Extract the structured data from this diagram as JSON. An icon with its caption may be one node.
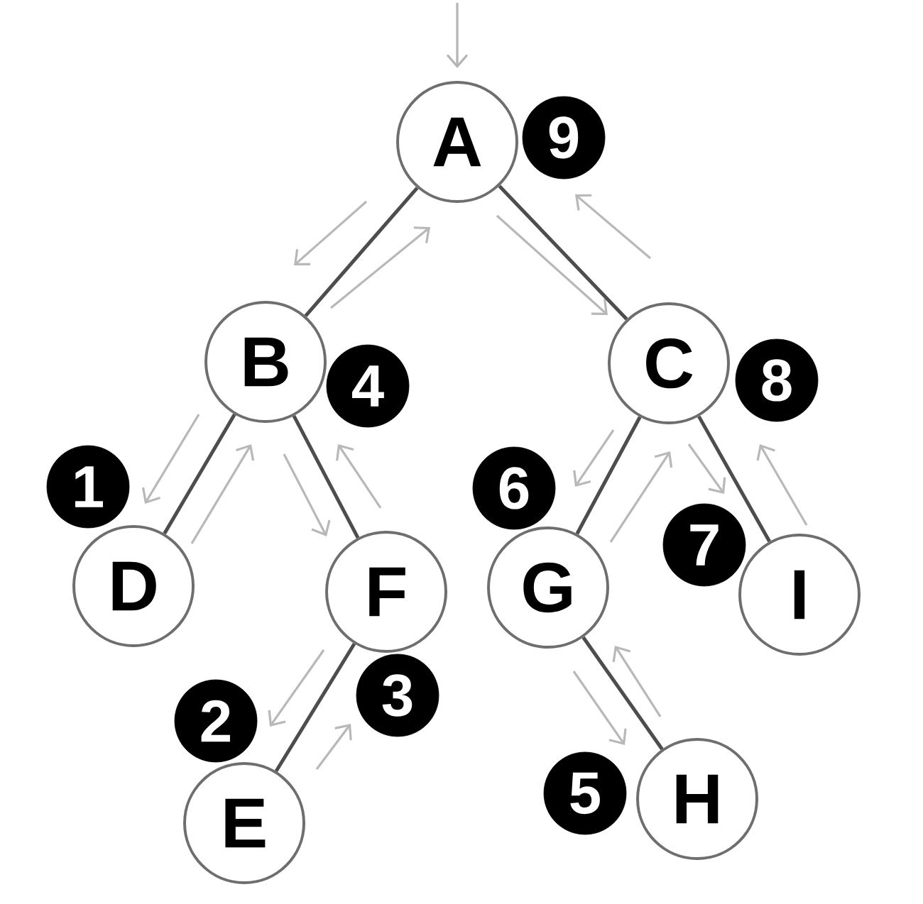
{
  "diagram": {
    "nodes": [
      {
        "text": [
          "A"
        ]
      },
      {
        "text": [
          "9"
        ]
      },
      {
        "text": [
          "B"
        ]
      },
      {
        "text": [
          "4"
        ]
      },
      {
        "text": [
          "C"
        ]
      },
      {
        "text": [
          "8"
        ]
      },
      {
        "text": [
          "1"
        ]
      },
      {
        "text": [
          "6"
        ]
      },
      {
        "text": [
          "D"
        ]
      },
      {
        "text": [
          "F"
        ]
      },
      {
        "text": [
          "G"
        ]
      },
      {
        "text": [
          "7"
        ]
      },
      {
        "text": [
          "I"
        ]
      },
      {
        "text": [
          "2"
        ]
      },
      {
        "text": [
          "3"
        ]
      },
      {
        "text": [
          "E"
        ]
      },
      {
        "text": [
          "5"
        ]
      },
      {
        "text": [
          "H"
        ]
      }
    ],
    "edges": [
      {
        "from": null,
        "to": 0,
        "arrow": "to",
        "color": "#b4b4b4"
      },
      {
        "from": 0,
        "to": 2,
        "arrow": "none"
      },
      {
        "from": 0,
        "to": 4,
        "arrow": "none"
      },
      {
        "from": 2,
        "to": 8,
        "arrow": "none"
      },
      {
        "from": 2,
        "to": 9,
        "arrow": "none"
      },
      {
        "from": 9,
        "to": 15,
        "arrow": "none"
      },
      {
        "from": 4,
        "to": 10,
        "arrow": "none"
      },
      {
        "from": 4,
        "to": 12,
        "arrow": "none"
      },
      {
        "from": 10,
        "to": 17,
        "arrow": "none"
      }
    ]
  }
}
